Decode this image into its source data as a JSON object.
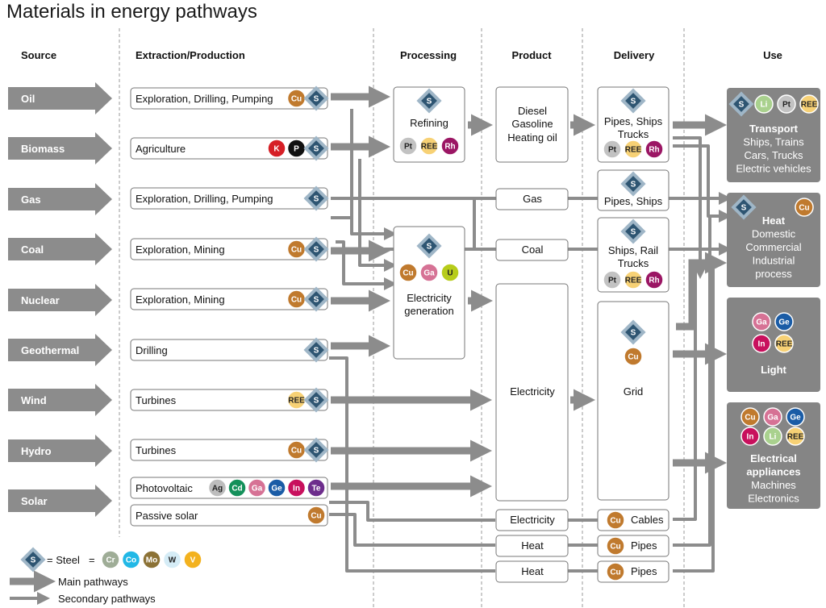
{
  "title": "Materials in energy pathways",
  "columns": {
    "source": "Source",
    "extraction": "Extraction/Production",
    "processing": "Processing",
    "product": "Product",
    "delivery": "Delivery",
    "use": "Use"
  },
  "sources": [
    "Oil",
    "Biomass",
    "Gas",
    "Coal",
    "Nuclear",
    "Geothermal",
    "Wind",
    "Hydro",
    "Solar"
  ],
  "extraction": [
    {
      "label": "Exploration, Drilling, Pumping",
      "materials": [
        "Cu",
        "S"
      ]
    },
    {
      "label": "Agriculture",
      "materials": [
        "K",
        "P",
        "S"
      ]
    },
    {
      "label": "Exploration, Drilling, Pumping",
      "materials": [
        "S"
      ]
    },
    {
      "label": "Exploration, Mining",
      "materials": [
        "Cu",
        "S"
      ]
    },
    {
      "label": "Exploration, Mining",
      "materials": [
        "Cu",
        "S"
      ]
    },
    {
      "label": "Drilling",
      "materials": [
        "S"
      ]
    },
    {
      "label": "Turbines",
      "materials": [
        "REE",
        "S"
      ]
    },
    {
      "label": "Turbines",
      "materials": [
        "Cu",
        "S"
      ]
    },
    {
      "label": "Photovoltaic",
      "materials": [
        "Ag",
        "Cd",
        "Ga",
        "Ge",
        "In",
        "Te"
      ]
    },
    {
      "label": "Passive solar",
      "materials": [
        "Cu"
      ]
    }
  ],
  "processing": {
    "refining": {
      "label": "Refining",
      "materials": [
        "S",
        "Pt",
        "REE",
        "Rh"
      ]
    },
    "electricity_generation": {
      "lines": [
        "Electricity",
        "generation"
      ],
      "materials": [
        "S",
        "Cu",
        "Ga",
        "U"
      ]
    }
  },
  "products": {
    "fuels": [
      "Diesel",
      "Gasoline",
      "Heating oil"
    ],
    "gas": "Gas",
    "coal": "Coal",
    "electricity": "Electricity",
    "solar_electricity": "Electricity",
    "heat_1": "Heat",
    "heat_2": "Heat"
  },
  "delivery": {
    "oil": {
      "lines": [
        "Pipes, Ships",
        "Trucks"
      ],
      "materials": [
        "S",
        "Pt",
        "REE",
        "Rh"
      ]
    },
    "gas": {
      "lines": [
        "Pipes, Ships"
      ],
      "materials": [
        "S"
      ]
    },
    "coal": {
      "lines": [
        "Ships, Rail",
        "Trucks"
      ],
      "materials": [
        "S",
        "Pt",
        "REE",
        "Rh"
      ]
    },
    "grid": {
      "label": "Grid",
      "materials": [
        "S",
        "Cu"
      ]
    },
    "cables": {
      "label": "Cables",
      "materials": [
        "Cu"
      ]
    },
    "pipes_1": {
      "label": "Pipes",
      "materials": [
        "Cu"
      ]
    },
    "pipes_2": {
      "label": "Pipes",
      "materials": [
        "Cu"
      ]
    }
  },
  "use": [
    {
      "heading": "Transport",
      "lines": [
        "Ships, Trains",
        "Cars, Trucks",
        "Electric vehicles"
      ],
      "materials": [
        "S",
        "Li",
        "Pt",
        "REE"
      ]
    },
    {
      "heading": "Heat",
      "lines": [
        "Domestic",
        "Commercial",
        "Industrial",
        "process"
      ],
      "materials": [
        "S",
        "Cu"
      ]
    },
    {
      "heading": "Light",
      "lines": [],
      "materials": [
        "Ga",
        "Ge",
        "In",
        "REE"
      ]
    },
    {
      "heading": "Electrical",
      "lines": [
        "appliances",
        "Machines",
        "Electronics"
      ],
      "materials": [
        "Cu",
        "Ga",
        "Ge",
        "In",
        "Li",
        "REE"
      ]
    }
  ],
  "legend": {
    "steel_label": "= Steel",
    "equals": "=",
    "steel_elements": [
      "Cr",
      "Co",
      "Mo",
      "W",
      "V"
    ],
    "main": "Main pathways",
    "secondary": "Secondary pathways"
  },
  "element_colors": {
    "Cu": "#c07a2e",
    "Pt": "#c2c2c2",
    "REE": "#f7d175",
    "Rh": "#9b1664",
    "K": "#d61f26",
    "P": "#111111",
    "Ga": "#d67295",
    "U": "#b7cc1b",
    "Ag": "#bdbdbd",
    "Cd": "#14905a",
    "Ge": "#1a5ca6",
    "In": "#c8105d",
    "Te": "#6d2d8c",
    "Li": "#a9d18e",
    "Cr": "#9fad97",
    "Co": "#22b8e6",
    "Mo": "#8c7236",
    "W": "#d5ecf6",
    "V": "#f3b21f"
  }
}
